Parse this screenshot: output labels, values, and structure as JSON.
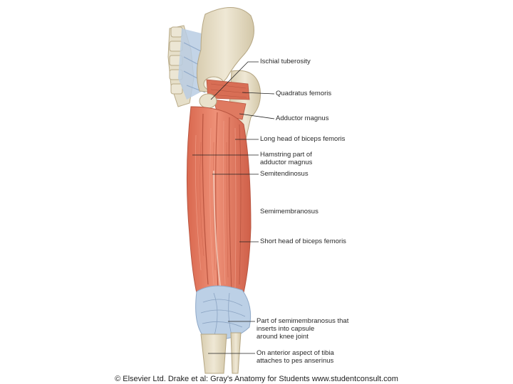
{
  "labels": [
    "Ischial tuberosity",
    "Quadratus femoris",
    "Adductor magnus",
    "Long head of biceps femoris",
    "Hamstring part of\nadductor magnus",
    "Semitendinosus",
    "Semimembranosus",
    "Short head of biceps femoris",
    "Part of semimembranosus that\ninserts into capsule\naround knee joint",
    "On anterior aspect of tibia\nattaches to pes anserinus"
  ],
  "credit": "© Elsevier Ltd. Drake et al: Gray's Anatomy for Students www.studentconsult.com",
  "colors": {
    "muscle": "#e2785e",
    "muscle_dark": "#c95c45",
    "bone": "#e4dcc4",
    "fascia": "#b8cbe0",
    "leader": "#222222"
  }
}
